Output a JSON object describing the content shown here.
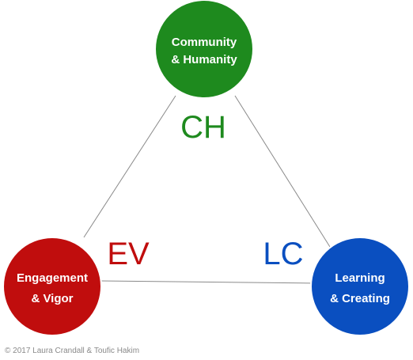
{
  "colors": {
    "community": "#1e8a1e",
    "engagement": "#c00d0d",
    "learning": "#0a4fc0",
    "edge": "#8a8a8a"
  },
  "nodes": {
    "top": {
      "line1": "Community",
      "line2": "& Humanity"
    },
    "left": {
      "line1": "Engagement",
      "line2": "& Vigor"
    },
    "right": {
      "line1": "Learning",
      "line2": "& Creating"
    }
  },
  "abbreviations": {
    "ch": "CH",
    "ev": "EV",
    "lc": "LC"
  },
  "copyright": "© 2017 Laura Crandall & Toufic Hakim"
}
